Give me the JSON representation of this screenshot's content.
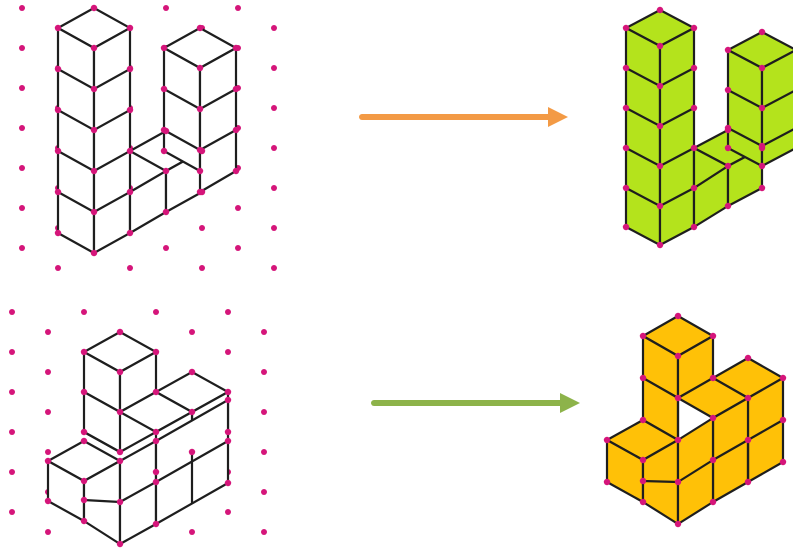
{
  "colors": {
    "dot": "#d5157a",
    "edge": "#1e1e1e",
    "top_row_fill": "#b4e31c",
    "bottom_row_fill": "#ffc107",
    "top_arrow": "#f39a45",
    "bottom_arrow": "#8db34a",
    "background": "#ffffff"
  },
  "rows": [
    {
      "name": "u-shape",
      "outline_figure": "isometric-cube-structure-outline",
      "colored_figure": "isometric-cube-structure-filled",
      "arrow": "right-arrow"
    },
    {
      "name": "step-shape",
      "outline_figure": "isometric-cube-structure-outline",
      "colored_figure": "isometric-cube-structure-filled",
      "arrow": "right-arrow"
    }
  ]
}
